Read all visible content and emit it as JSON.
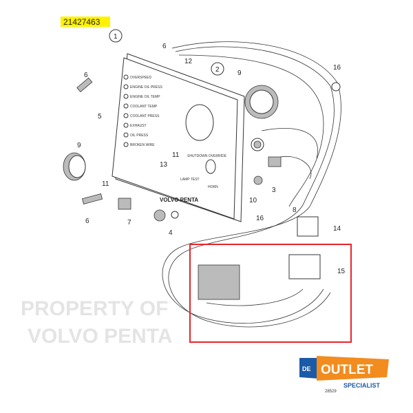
{
  "part_number": "21427463",
  "accent_colors": {
    "highlight": "#fff200",
    "frame": "#e8232a",
    "logo_orange": "#f28c1e",
    "logo_blue": "#1b5aa6"
  },
  "panel_labels": [
    "OVERSPEED",
    "ENGINE OIL PRESS",
    "ENGINE OIL TEMP",
    "COOLANT TEMP",
    "COOLANT PRESS",
    "EXHAUST",
    "OIL PRESS",
    "BROKEN WIRE"
  ],
  "switch_labels": {
    "shutdown": "SHUTDOWN OVERRIDE",
    "lamp_test": "LAMP TEST",
    "horn": "HORN"
  },
  "brand_on_panel": "VOLVO PENTA",
  "watermark": [
    "PROPERTY OF",
    "VOLVO PENTA"
  ],
  "callouts": {
    "c1": "1",
    "c2": "2",
    "c3": "3",
    "c4": "4",
    "c5": "5",
    "c6a": "6",
    "c6b": "6",
    "c6c": "6",
    "c7": "7",
    "c8": "8",
    "c9a": "9",
    "c9b": "9",
    "c10": "10",
    "c11a": "11",
    "c11b": "11",
    "c12": "12",
    "c13": "13",
    "c14": "14",
    "c15": "15",
    "c16a": "16",
    "c16b": "16"
  },
  "logo": {
    "de": "DE",
    "outlet": "OUTLET",
    "specialist": "SPECIALIST",
    "code": "28529"
  }
}
